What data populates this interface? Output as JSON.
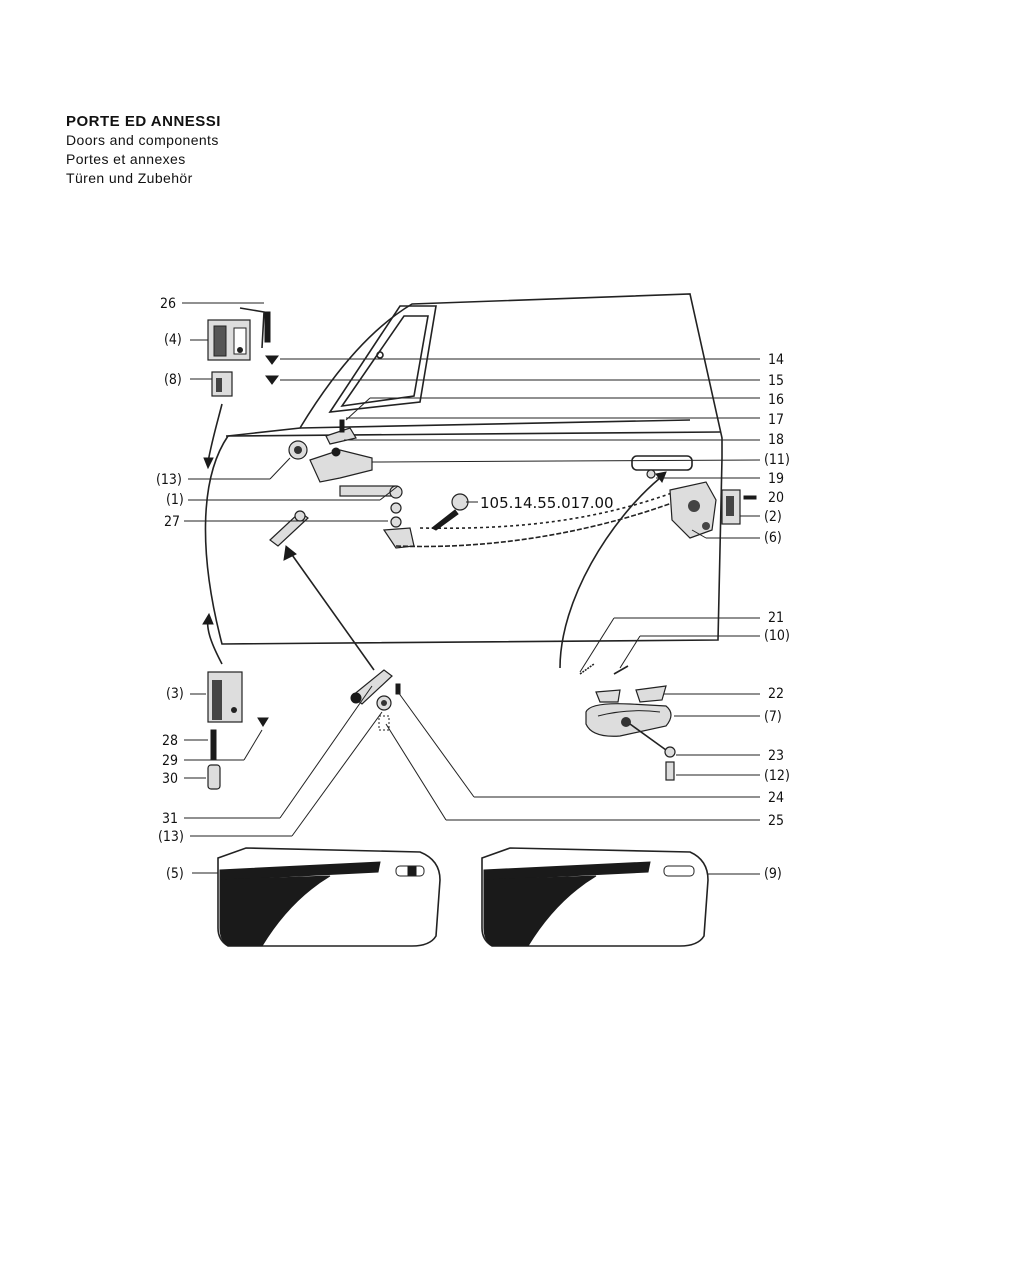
{
  "title": {
    "main": "PORTE ED ANNESSI",
    "english": "Doors and components",
    "french": "Portes et annexes",
    "german": "Türen und Zubehör"
  },
  "part_number": "105.14.55.017.00",
  "labels": {
    "l26": "26",
    "l4": "(4)",
    "l8": "(8)",
    "l13a": "(13)",
    "l1": "(1)",
    "l27": "27",
    "l3": "(3)",
    "l28": "28",
    "l29": "29",
    "l30": "30",
    "l31": "31",
    "l13b": "(13)",
    "l5": "(5)",
    "l14": "14",
    "l15": "15",
    "l16": "16",
    "l17": "17",
    "l18": "18",
    "l11": "(11)",
    "l19": "19",
    "l20": "20",
    "l2": "(2)",
    "l6": "(6)",
    "l21": "21",
    "l10": "(10)",
    "l22": "22",
    "l7": "(7)",
    "l23": "23",
    "l12": "(12)",
    "l24": "24",
    "l25": "25",
    "l9": "(9)"
  }
}
